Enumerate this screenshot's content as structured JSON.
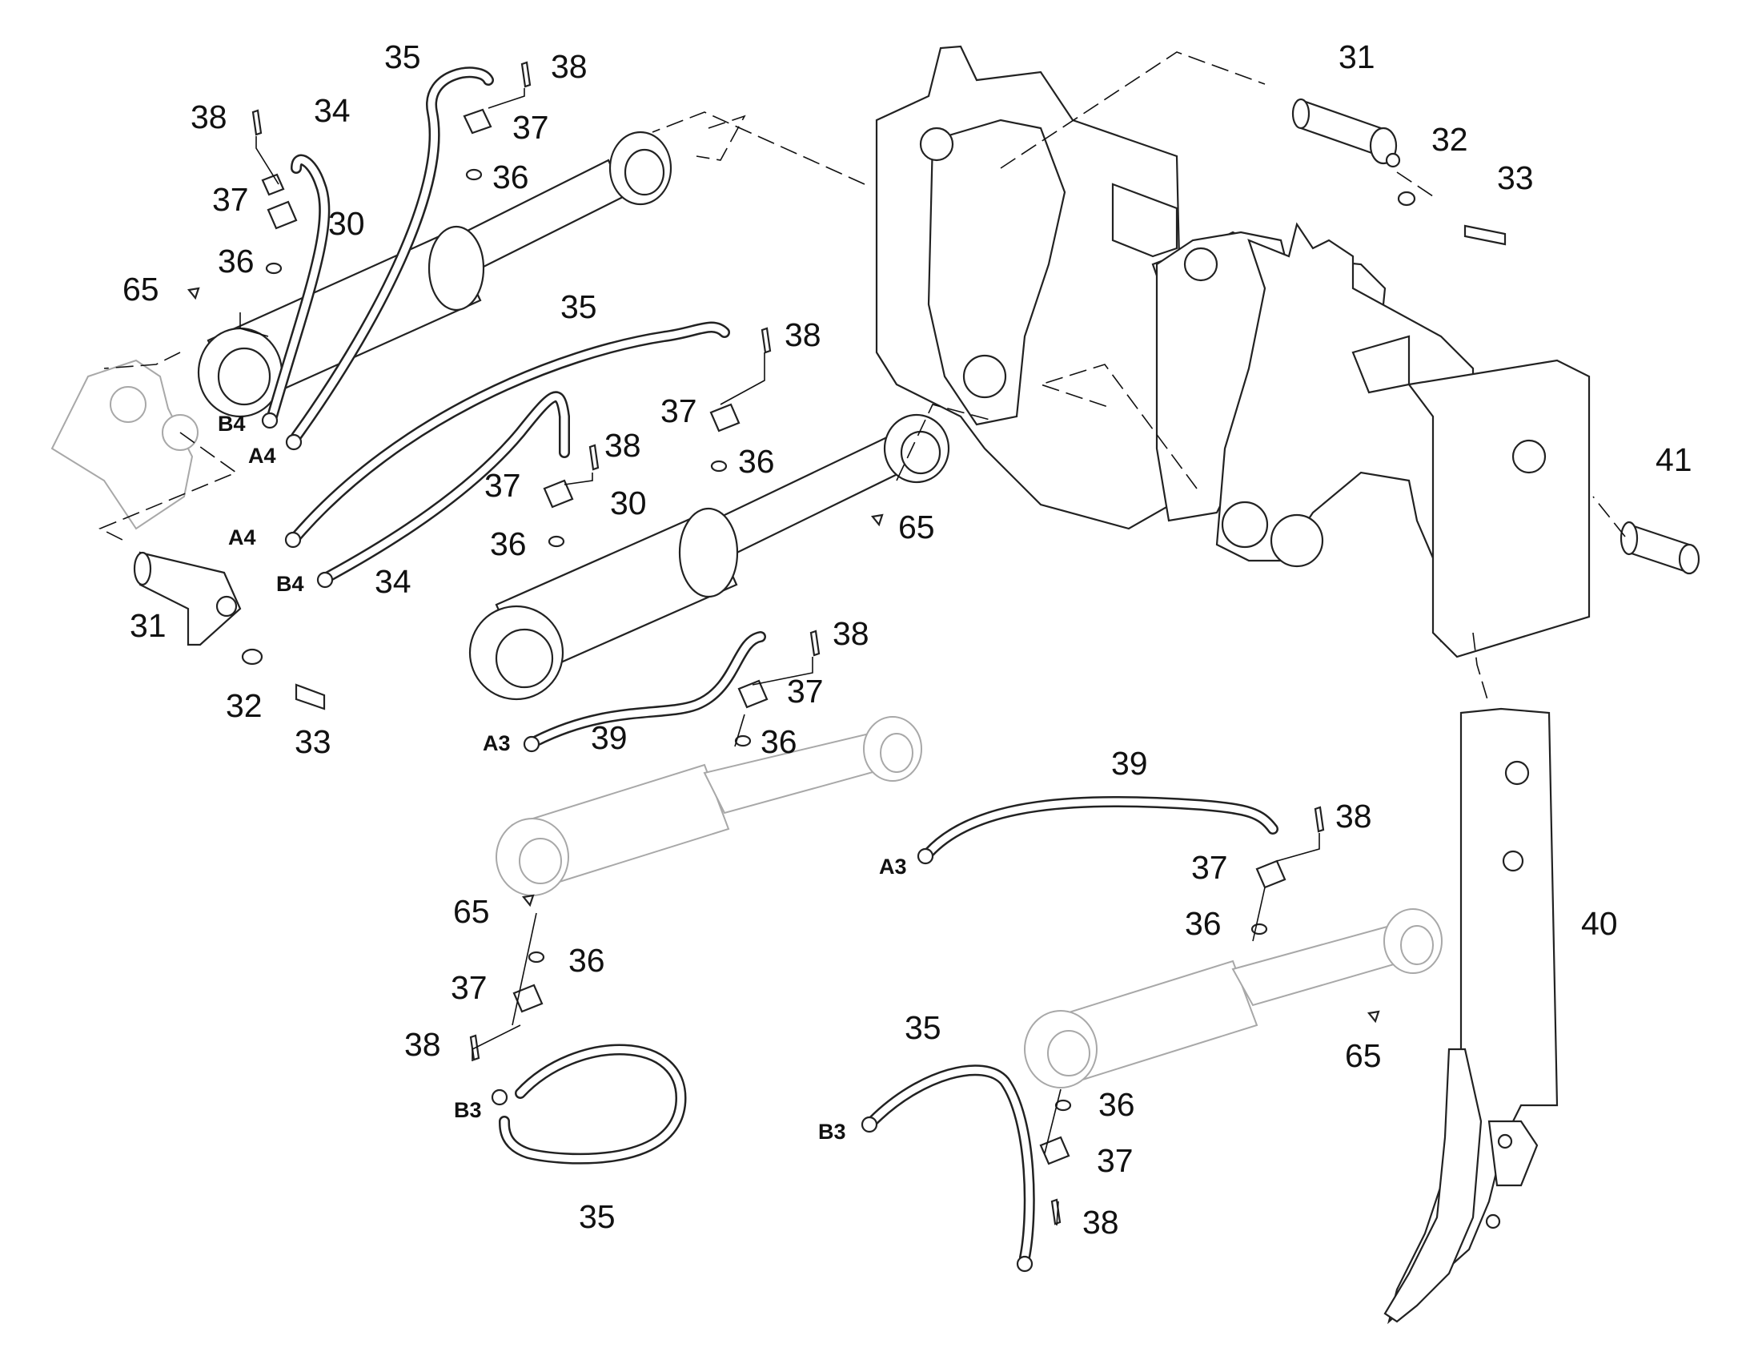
{
  "callouts": {
    "c30a": "30",
    "c30b": "30",
    "c31a": "31",
    "c31b": "31",
    "c32a": "32",
    "c32b": "32",
    "c33a": "33",
    "c33b": "33",
    "c34a": "34",
    "c34b": "34",
    "c35a": "35",
    "c35b": "35",
    "c35c": "35",
    "c35d": "35",
    "c36a": "36",
    "c36b": "36",
    "c36c": "36",
    "c36d": "36",
    "c36e": "36",
    "c36f": "36",
    "c36g": "36",
    "c37a": "37",
    "c37b": "37",
    "c37c": "37",
    "c37d": "37",
    "c37e": "37",
    "c37f": "37",
    "c37g": "37",
    "c38a": "38",
    "c38b": "38",
    "c38c": "38",
    "c38d": "38",
    "c38e": "38",
    "c38f": "38",
    "c38g": "38",
    "c39a": "39",
    "c39b": "39",
    "c40": "40",
    "c41": "41",
    "c65a": "65",
    "c65b": "65",
    "c65c": "65",
    "c65d": "65"
  },
  "ports": {
    "b4a": "B4",
    "a4a": "A4",
    "a4b": "A4",
    "b4b": "B4",
    "a3a": "A3",
    "a3b": "A3",
    "b3a": "B3",
    "b3b": "B3"
  }
}
